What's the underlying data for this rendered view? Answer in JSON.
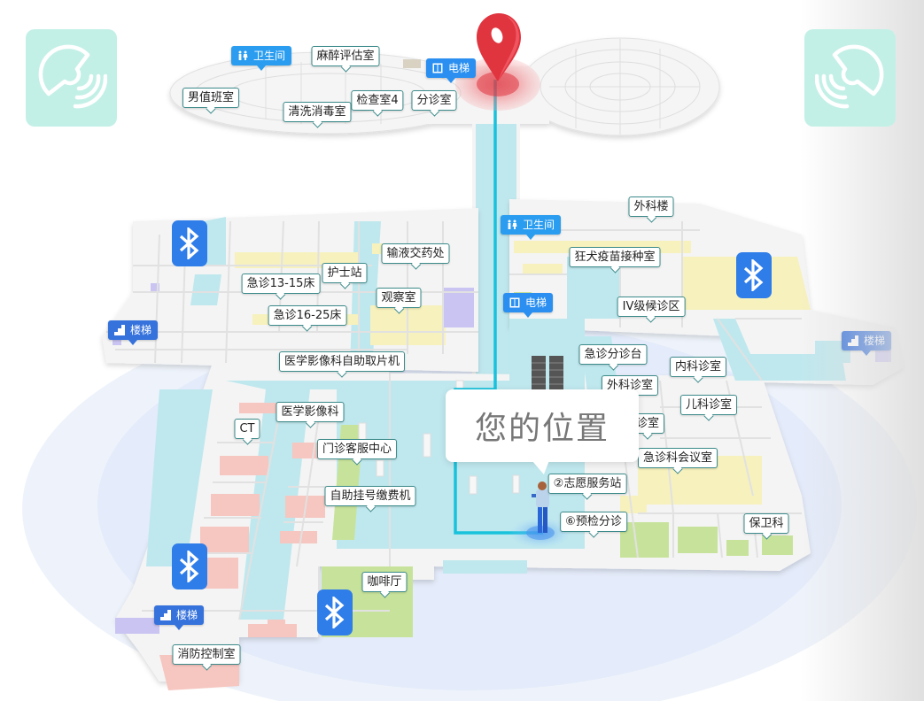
{
  "map": {
    "you_are_here": "您的位置",
    "colors": {
      "route": "#19c2dc",
      "corridor": "#bfe8ee",
      "wall": "#f4f4f4",
      "yellow_room": "#f7f1bd",
      "pink_room": "#f6c6c0",
      "green_room": "#c7e39b",
      "purple_room": "#c9c4f2",
      "label_border": "#3d8b8b",
      "facility_blue": "#2a8ff0",
      "stairs_blue": "#3672dc",
      "bluetooth_blue": "#2f7de9",
      "nfc_tile": "#c3f0e6",
      "pin_red": "#e0343f"
    },
    "top_building_labels": [
      {
        "text": "麻醉评估室"
      },
      {
        "text": "男值班室"
      },
      {
        "text": "清洗消毒室"
      },
      {
        "text": "检查室4"
      },
      {
        "text": "分诊室"
      }
    ],
    "main_labels": [
      {
        "text": "外科楼"
      },
      {
        "text": "狂犬疫苗接种室"
      },
      {
        "text": "IV级候诊区"
      },
      {
        "text": "输液交药处"
      },
      {
        "text": "护士站"
      },
      {
        "text": "急诊13-15床"
      },
      {
        "text": "观察室"
      },
      {
        "text": "急诊16-25床"
      },
      {
        "text": "医学影像科自助取片机"
      },
      {
        "text": "急诊分诊台"
      },
      {
        "text": "外科诊室"
      },
      {
        "text": "内科诊室"
      },
      {
        "text": "儿科诊室"
      },
      {
        "text": "诊室"
      },
      {
        "text": "急诊科会议室"
      },
      {
        "text": "②志愿服务站"
      },
      {
        "text": "⑥预检分诊"
      },
      {
        "text": "保卫科"
      },
      {
        "text": "医学影像科"
      },
      {
        "text": "CT"
      },
      {
        "text": "门诊客服中心"
      },
      {
        "text": "自助挂号缴费机"
      },
      {
        "text": "咖啡厅"
      },
      {
        "text": "消防控制室"
      }
    ],
    "facilities": [
      {
        "type": "restroom",
        "icon": "restroom-icon",
        "text": "卫生间"
      },
      {
        "type": "elevator",
        "icon": "elevator-icon",
        "text": "电梯"
      },
      {
        "type": "restroom",
        "icon": "restroom-icon",
        "text": "卫生间"
      },
      {
        "type": "elevator",
        "icon": "elevator-icon",
        "text": "电梯"
      },
      {
        "type": "stairs",
        "icon": "stairs-icon",
        "text": "楼梯"
      },
      {
        "type": "stairs",
        "icon": "stairs-icon",
        "text": "楼梯"
      },
      {
        "type": "stairs",
        "icon": "stairs-icon",
        "text": "楼梯"
      }
    ],
    "beacons": [
      {
        "icon": "bluetooth-icon"
      },
      {
        "icon": "bluetooth-icon"
      },
      {
        "icon": "bluetooth-icon"
      },
      {
        "icon": "bluetooth-icon"
      }
    ],
    "corner_tiles": [
      {
        "icon": "nfc-tap-icon"
      },
      {
        "icon": "nfc-tap-icon"
      }
    ],
    "destination_pin": {
      "icon": "location-pin-icon"
    }
  }
}
